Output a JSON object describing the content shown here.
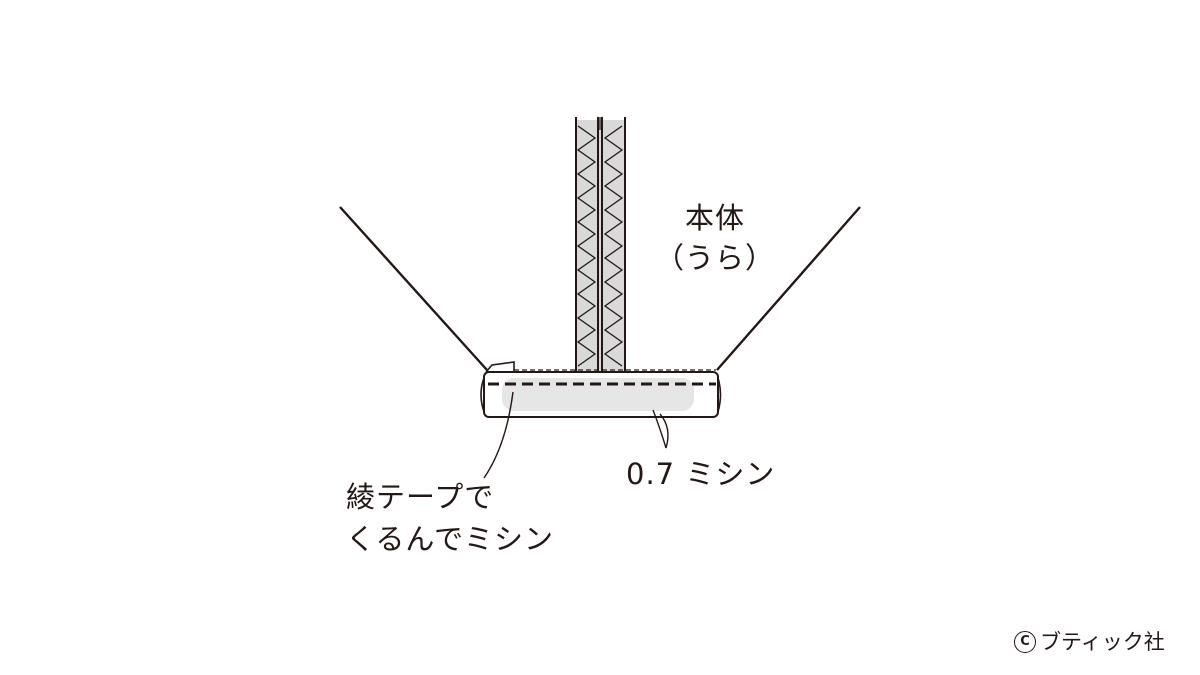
{
  "labels": {
    "body_line1": "本体",
    "body_line2": "（うら）",
    "stitch": "0.7 ミシン",
    "tape_line1": "綾テープで",
    "tape_line2": "くるんでミシン"
  },
  "credit": {
    "symbol": "C",
    "text": "ブティック社"
  },
  "colors": {
    "line": "#231815",
    "fill_gray": "#d9d9da",
    "tape_gray": "#e6e6e7",
    "background": "#ffffff"
  }
}
